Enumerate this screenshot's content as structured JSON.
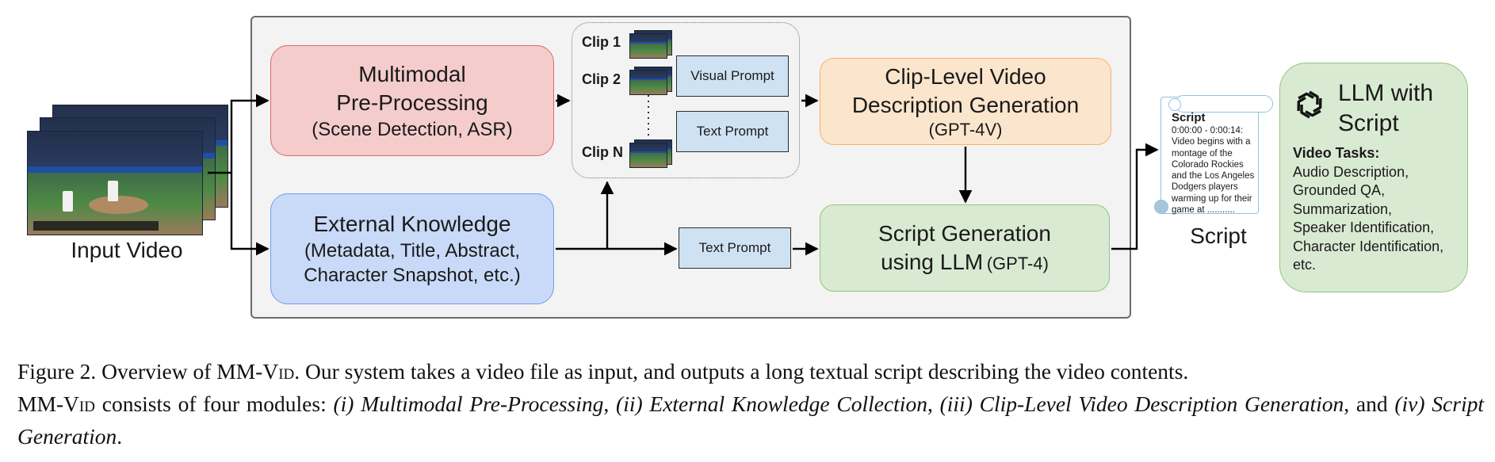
{
  "input": {
    "label": "Input Video"
  },
  "modules": {
    "preprocessing": {
      "line1": "Multimodal",
      "line2": "Pre-Processing",
      "line3": "(Scene Detection, ASR)"
    },
    "external_knowledge": {
      "line1": "External Knowledge",
      "line2": "(Metadata, Title, Abstract,",
      "line3": "Character Snapshot, etc.)"
    },
    "clip_description": {
      "line1": "Clip-Level Video",
      "line2": "Description Generation",
      "line3": "(GPT-4V)"
    },
    "script_generation": {
      "line1": "Script Generation",
      "line2a": "using LLM",
      "line2b": "(GPT-4)"
    }
  },
  "clips": {
    "clip1": "Clip 1",
    "clip2": "Clip 2",
    "clipN": "Clip N"
  },
  "prompts": {
    "visual_prompt": "Visual Prompt",
    "text_prompt_1": "Text Prompt",
    "text_prompt_2": "Text Prompt"
  },
  "script_doc": {
    "title": "Script",
    "lines": [
      "0:00:00 - 0:00:14:",
      "Video begins with a",
      "montage of the",
      "Colorado Rockies",
      "and the Los Angeles",
      "Dodgers players",
      "warming up for their",
      "game at  ..........."
    ],
    "label": "Script"
  },
  "llm_panel": {
    "title_line1": "LLM with",
    "title_line2": "Script",
    "tasks_heading": "Video Tasks:",
    "tasks": [
      "Audio Description,",
      "Grounded QA,",
      "Summarization,",
      "Speaker Identification,",
      "Character Identification,",
      "etc."
    ]
  },
  "caption": {
    "p1": "Figure 2. Overview of MM-V",
    "p1sc": "id",
    "p2": ". Our system takes a video file as input, and outputs a long textual script describing the video contents.",
    "p3": "MM-V",
    "p3sc": "id",
    "p4": " consists of four modules: ",
    "m1": "(i) Multimodal Pre-Processing",
    "sep1": ", ",
    "m2": "(ii) External Knowledge Collection",
    "sep2": ", ",
    "m3": "(iii) Clip-Level Video Description Generation",
    "sep3": ", and ",
    "m4": "(iv) Script Generation",
    "end": "."
  },
  "colors": {
    "pink": "#f4cccc",
    "blue": "#c9daf8",
    "orange": "#fce5cd",
    "green": "#d9ead3",
    "prompt": "#cfe2f3",
    "panel": "#f3f3f3"
  }
}
